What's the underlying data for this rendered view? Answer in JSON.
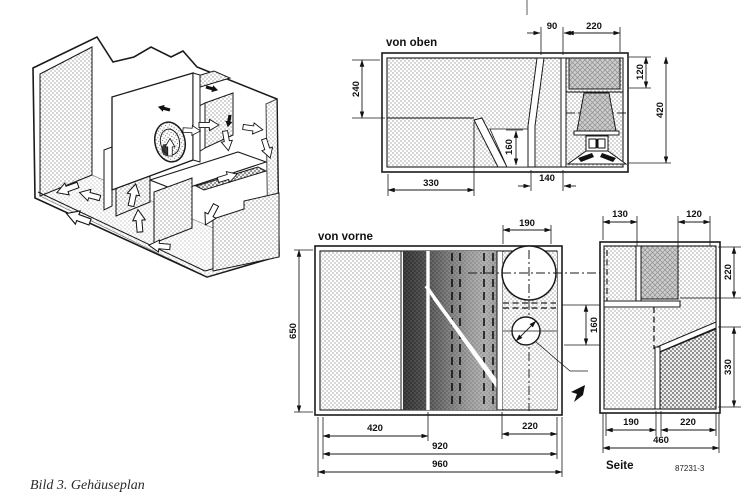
{
  "figure": {
    "caption": "Bild 3. Gehäuseplan",
    "drawing_number": "87231-3"
  },
  "views": {
    "top": {
      "title": "von oben",
      "dims": {
        "d90": "90",
        "d220": "220",
        "d120": "120",
        "d420": "420",
        "d240": "240",
        "d160": "160",
        "d330": "330",
        "d140": "140"
      }
    },
    "front": {
      "title": "von vorne",
      "dims": {
        "d190": "190",
        "d650": "650",
        "d160": "160",
        "d420": "420",
        "d920": "920",
        "d960": "960",
        "d220": "220"
      }
    },
    "side": {
      "title": "Seite",
      "dims": {
        "d130": "130",
        "d120": "120",
        "d220_top": "220",
        "d330": "330",
        "d190": "190",
        "d220_bottom": "220",
        "d460": "460"
      }
    }
  }
}
